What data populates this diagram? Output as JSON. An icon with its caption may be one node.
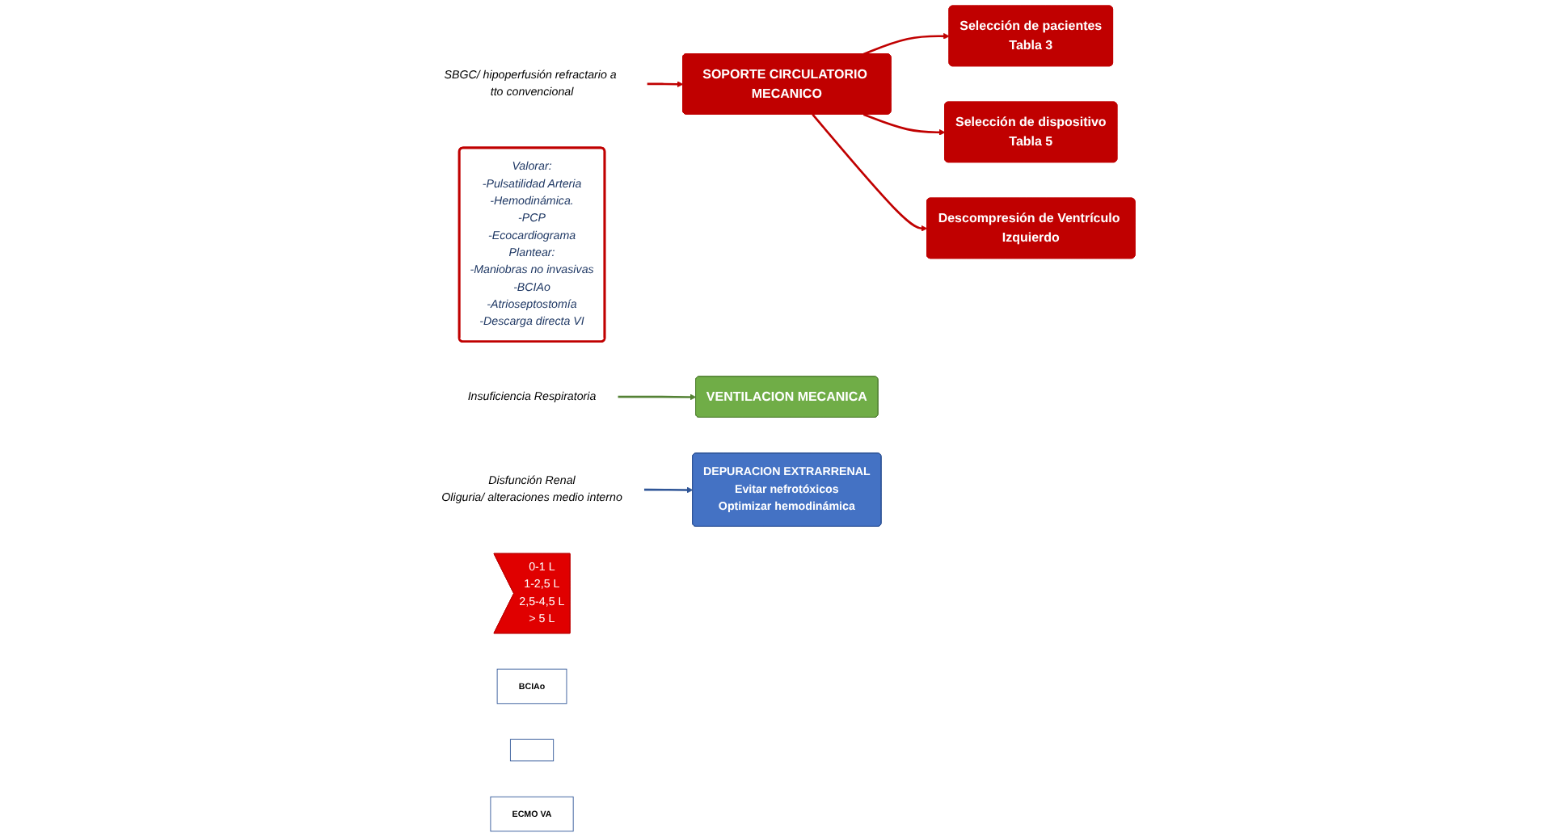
{
  "diagram": {
    "nodes": [
      {
        "text": [
          "SBGC/ hipoperfusión refractario a tto convencional"
        ]
      },
      {
        "text": [
          "SOPORTE CIRCULATORIO MECANICO"
        ]
      },
      {
        "text": [
          "Selección de pacientes",
          "Tabla 3"
        ]
      },
      {
        "text": [
          "Selección de dispositivo",
          "Tabla 5"
        ]
      },
      {
        "text": [
          "Descompresión de Ventrículo Izquierdo"
        ]
      },
      {
        "text": [
          "Valorar:",
          "-Pulsatilidad Arteria",
          "-Hemodinámica.",
          "-PCP",
          "-Ecocardiograma",
          "Plantear:",
          "-Maniobras no invasivas",
          "-BCIAo",
          "-Atrioseptostomía",
          "-Descarga directa VI"
        ]
      },
      {
        "text": [
          "Insuficiencia Respiratoria"
        ]
      },
      {
        "text": [
          "VENTILACION MECANICA"
        ]
      },
      {
        "text": [
          "Disfunción Renal",
          "Oliguria/ alteraciones medio interno"
        ]
      },
      {
        "text": [
          "DEPURACION EXTRARRENAL",
          "Evitar nefrotóxicos",
          "Optimizar hemodinámica"
        ]
      },
      {
        "text": [
          "0-1 L",
          "1-2,5 L",
          "2,5-4,5 L",
          "> 5 L"
        ]
      },
      {
        "text": [
          "BCIAo"
        ]
      },
      {
        "text": [],
        "shape": "box"
      },
      {
        "text": [
          "ECMO VA"
        ]
      }
    ],
    "edges": [
      {
        "from": 0,
        "to": 1,
        "arrow": "to"
      },
      {
        "from": 1,
        "to": 2,
        "arrow": "to"
      },
      {
        "from": 1,
        "to": 3,
        "arrow": "to"
      },
      {
        "from": 1,
        "to": 4,
        "arrow": "to"
      },
      {
        "from": 6,
        "to": 7,
        "arrow": "to",
        "color": "#548235"
      },
      {
        "from": 8,
        "to": 9,
        "arrow": "to",
        "color": "#2f5597"
      }
    ]
  }
}
